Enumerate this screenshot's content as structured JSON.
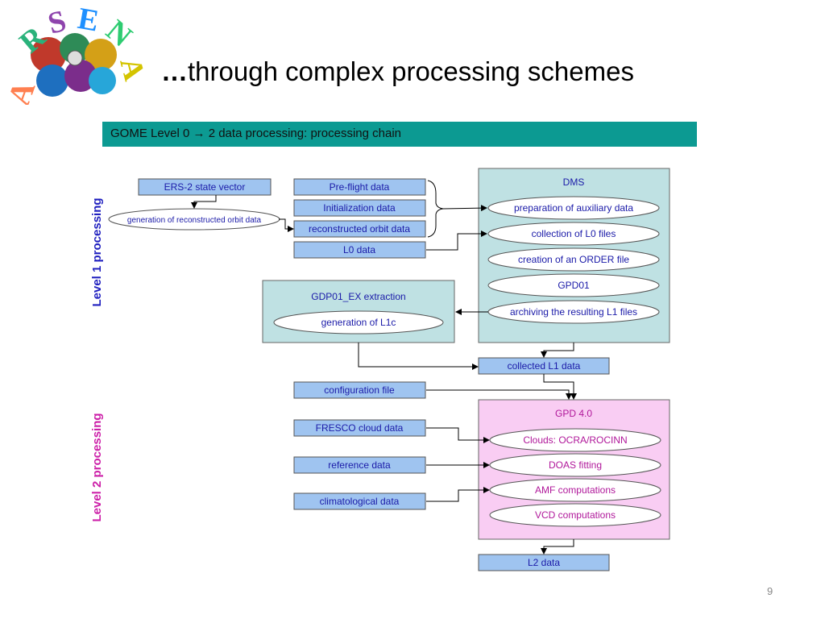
{
  "slide": {
    "title_prefix": "…",
    "title_text": "through complex processing schemes",
    "page_number": "9"
  },
  "logo": {
    "letters": [
      "A",
      "R",
      "S",
      "E",
      "N",
      "A"
    ]
  },
  "banner": {
    "text": "GOME Level 0 → 2 data processing: processing chain"
  },
  "side_labels": {
    "level1": "Level 1 processing",
    "level2": "Level 2 processing",
    "level1_color": "#1f1fbf",
    "level2_color": "#cc1fa8"
  },
  "boxes": {
    "ers2": "ERS-2 state vector",
    "preflight": "Pre-flight data",
    "init": "Initialization data",
    "recon": "reconstructed orbit data",
    "l0": "L0 data",
    "collected_l1": "collected L1 data",
    "config": "configuration file",
    "fresco": "FRESCO cloud data",
    "reference": "reference data",
    "climatological": "climatological data",
    "l2": "L2 data"
  },
  "ellipses": {
    "gen_orbit": "generation of reconstructed orbit data",
    "gen_l1c": "generation of L1c"
  },
  "dms": {
    "title": "DMS",
    "steps": [
      "preparation of auxiliary data",
      "collection of L0 files",
      "creation of an ORDER file",
      "GPD01",
      "archiving the resulting L1 files"
    ]
  },
  "gdp_ex": {
    "title": "GDP01_EX extraction"
  },
  "gpd4": {
    "title": "GPD 4.0",
    "steps": [
      "Clouds: OCRA/ROCINN",
      "DOAS fitting",
      "AMF computations",
      "VCD computations"
    ]
  },
  "colors": {
    "blue_box": "#9fc4f0",
    "cyan_panel": "#bfe1e3",
    "pink_panel": "#f9cdf3",
    "banner": "#0c9a92",
    "text_blue": "#1a1aa8",
    "text_pink": "#b0179a"
  }
}
